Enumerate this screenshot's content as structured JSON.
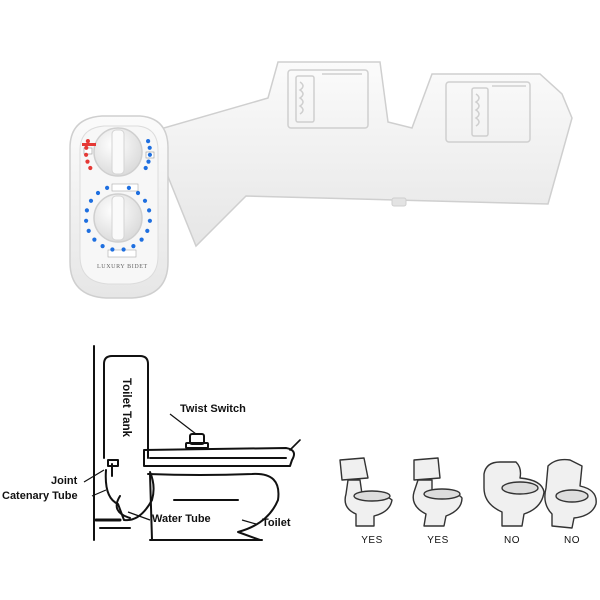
{
  "product": {
    "brand_text": "LUXURY BIDET",
    "colors": {
      "hot": "#e53935",
      "cold": "#1e6fe0",
      "body": "#f2f2f2",
      "outline": "#cfcfcf"
    }
  },
  "diagram": {
    "labels": {
      "toilet_tank": "Toilet Tank",
      "twist_switch": "Twist Switch",
      "joint": "Joint",
      "catenary_tube": "Catenary Tube",
      "water_tube": "Water Tube",
      "toilet": "Toilet"
    }
  },
  "compatibility": {
    "items": [
      {
        "caption": "YES",
        "icon": "two-piece-toilet-icon"
      },
      {
        "caption": "YES",
        "icon": "two-piece-toilet-icon"
      },
      {
        "caption": "NO",
        "icon": "one-piece-toilet-icon"
      },
      {
        "caption": "NO",
        "icon": "wall-toilet-icon"
      }
    ]
  }
}
